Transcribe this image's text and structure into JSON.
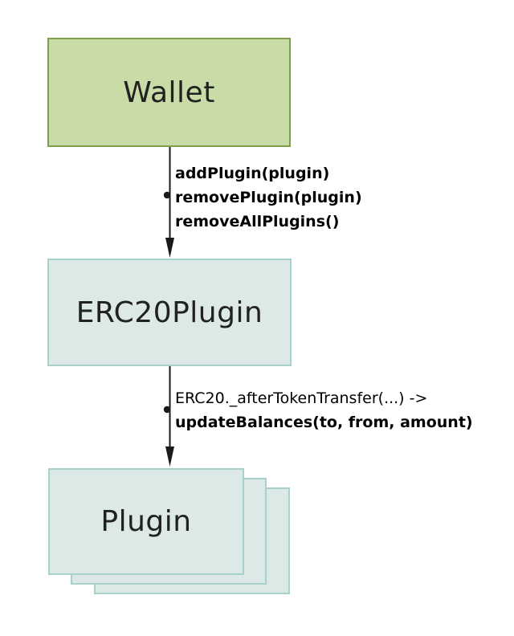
{
  "diagram": {
    "nodes": {
      "wallet": {
        "label": "Wallet"
      },
      "erc20plugin": {
        "label": "ERC20Plugin"
      },
      "plugin": {
        "label": "Plugin",
        "stack_count": 3
      }
    },
    "edges": {
      "wallet_to_erc20plugin": {
        "labels": [
          "addPlugin(plugin)",
          "removePlugin(plugin)",
          "removeAllPlugins()"
        ]
      },
      "erc20plugin_to_plugin": {
        "labels": [
          "ERC20._afterTokenTransfer(...) ->",
          "updateBalances(to, from, amount)"
        ]
      }
    },
    "colors": {
      "wallet_fill": "#c9dba6",
      "wallet_border": "#7d9f45",
      "plugin_fill": "#dce9e7",
      "plugin_border": "#a9d1cb",
      "node_text": "#212121",
      "edge_label_text": "#000000",
      "arrow": "#1a1a1a",
      "background": "#ffffff"
    }
  }
}
